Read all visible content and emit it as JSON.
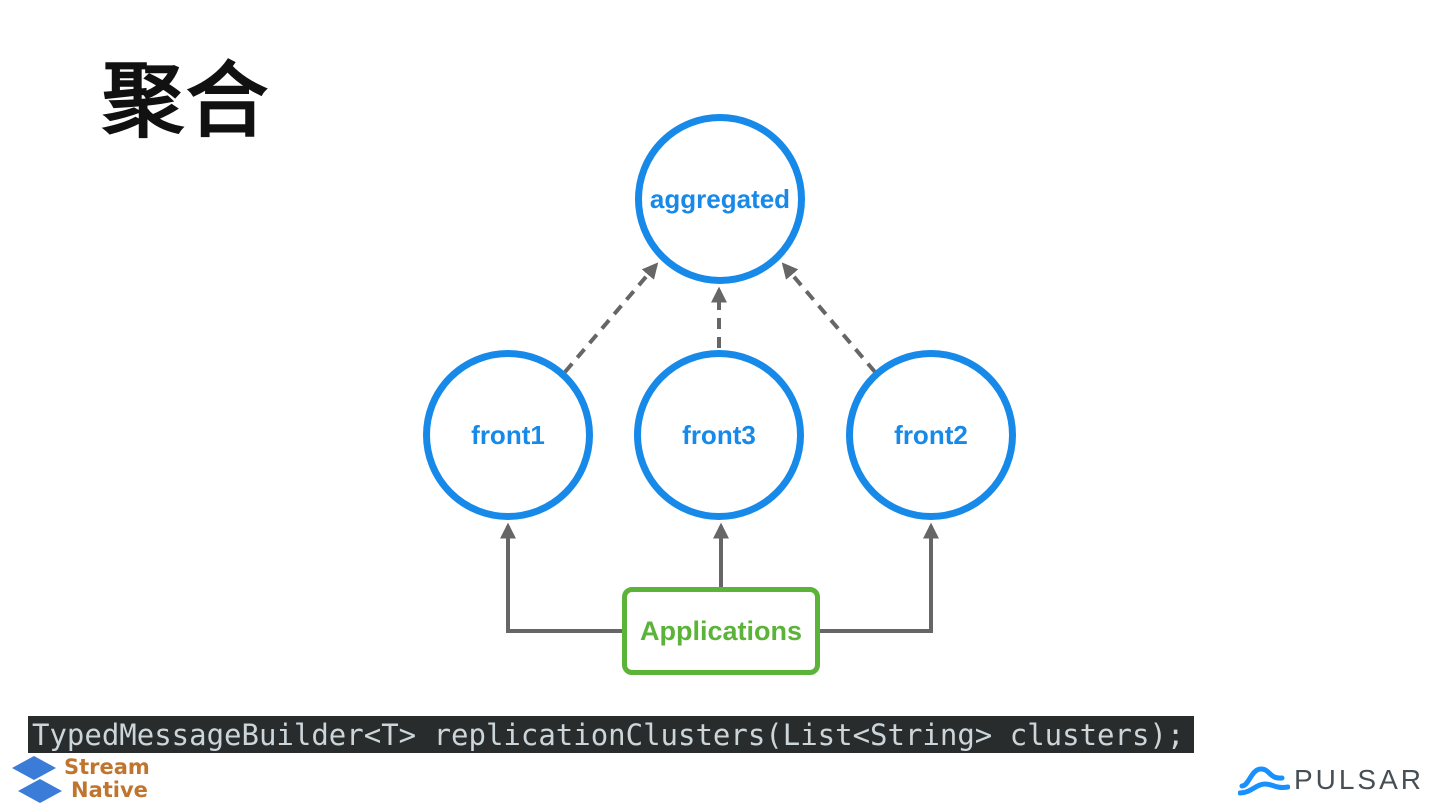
{
  "title": "聚合",
  "diagram": {
    "nodes": {
      "aggregated": {
        "label": "aggregated"
      },
      "front1": {
        "label": "front1"
      },
      "front3": {
        "label": "front3"
      },
      "front2": {
        "label": "front2"
      },
      "applications": {
        "label": "Applications"
      }
    },
    "colors": {
      "node_blue": "#1789e8",
      "box_green": "#5cb339",
      "connector_gray": "#666666"
    }
  },
  "code_snippet": {
    "text": "TypedMessageBuilder<T> replicationClusters(List<String> clusters);",
    "background": "#282c2d",
    "foreground": "#ccd5d9"
  },
  "footer": {
    "streamnative": {
      "line1": "Stream",
      "line2": "Native",
      "icon_blue": "#3b7cd8",
      "text_color": "#c0752e"
    },
    "pulsar": {
      "wordmark": "PULSAR",
      "icon_blue": "#1890ff",
      "text_color": "#474f54"
    }
  }
}
